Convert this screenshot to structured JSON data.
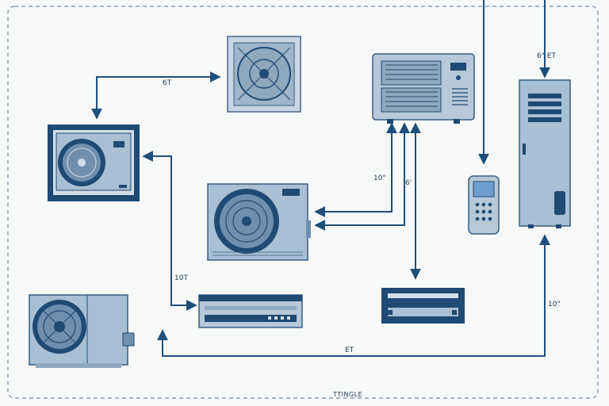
{
  "labels": {
    "top_right_pipe": "6\" ET",
    "fan_panel_line": "6T",
    "center_vertical_1": "10\"",
    "center_vertical_2": "6'",
    "left_vertical": "10T",
    "right_vertical": "10\"",
    "bottom_line": "ET",
    "footer": "TTINGLE"
  },
  "icons": [
    "ceiling-fan-panel-icon",
    "wall-mounted-unit-icon",
    "framed-outdoor-unit-icon",
    "outdoor-condenser-icon",
    "large-condenser-icon",
    "remote-control-icon",
    "tall-cabinet-unit-icon",
    "wall-vent-strip-icon",
    "ceiling-cassette-icon"
  ],
  "colors": {
    "line": "#1d4f7a",
    "unit_fill": "#a9bfd3",
    "unit_dark": "#1e4a73",
    "border_dashed": "#6f8ea8"
  }
}
